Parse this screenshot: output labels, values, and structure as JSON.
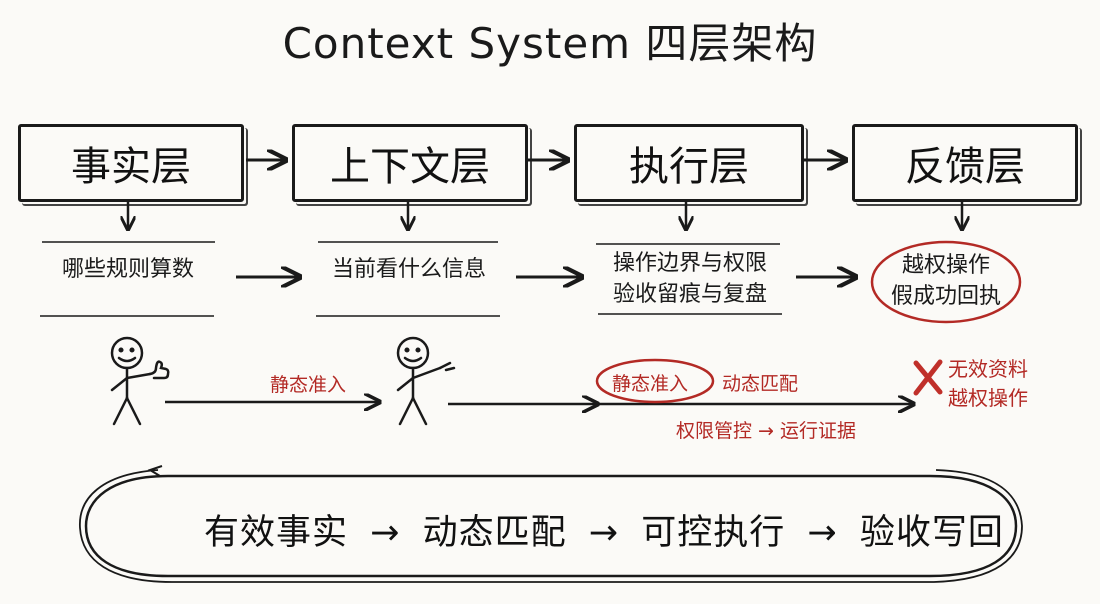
{
  "title": "Context System 四层架构",
  "layers": [
    {
      "name": "事实层",
      "desc": [
        "哪些规则算数"
      ]
    },
    {
      "name": "上下文层",
      "desc": [
        "当前看什么信息"
      ]
    },
    {
      "name": "执行层",
      "desc": [
        "操作边界与权限",
        "验收留痕与复盘"
      ]
    },
    {
      "name": "反馈层",
      "desc": [
        "越权操作",
        "假成功回执"
      ]
    }
  ],
  "flow": {
    "label_1": "静态准入",
    "label_2_circled": "静态准入",
    "label_2_rest": "动态匹配",
    "label_3": "权限管控 → 运行证据",
    "reject_icon": "cross-mark-icon",
    "reject_lines": [
      "无效资料",
      "越权操作"
    ]
  },
  "summary": {
    "steps": [
      "有效事实",
      "动态匹配",
      "可控执行",
      "验收写回"
    ],
    "arrow": "→"
  },
  "colors": {
    "ink": "#1a1a1a",
    "accent_red": "#b32a25",
    "background": "#fbfaf7"
  }
}
